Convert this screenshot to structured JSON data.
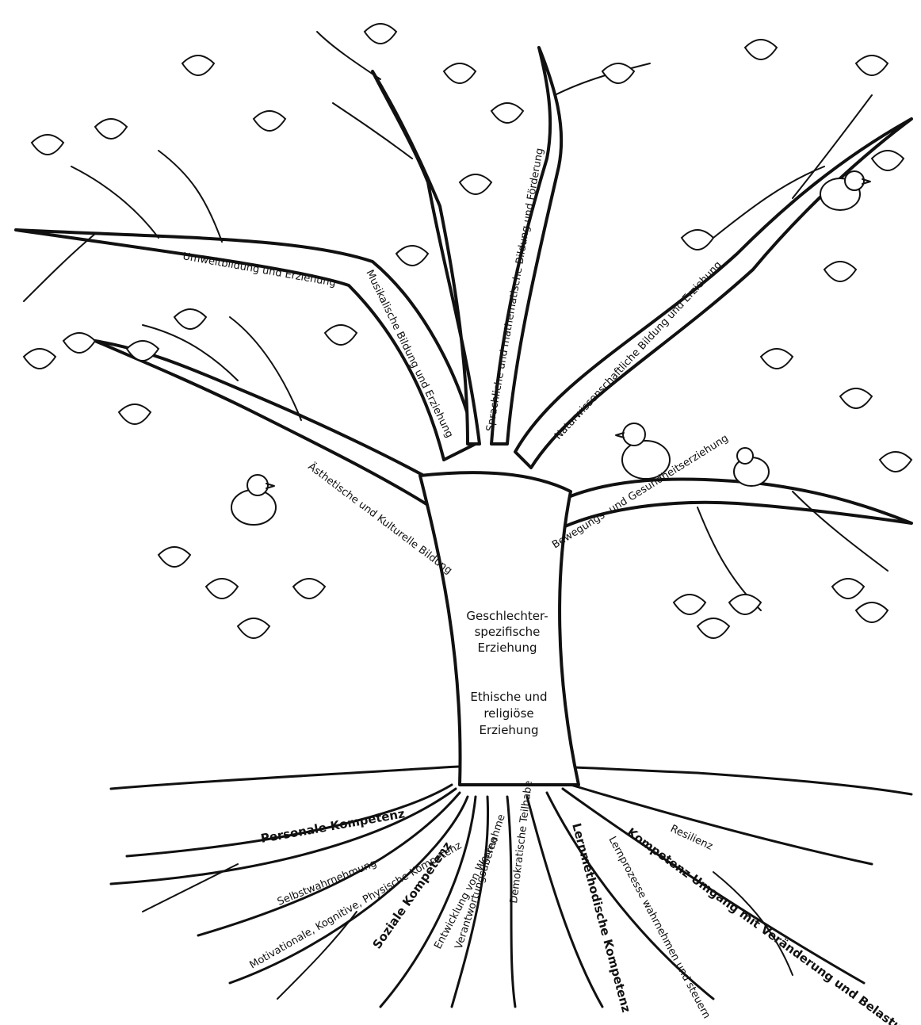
{
  "trunk_text": {
    "gender": [
      "Geschlechter-",
      "spezifische",
      "Erziehung"
    ],
    "ethics": [
      "Ethische und",
      "religiöse",
      "Erziehung"
    ]
  },
  "branches": [
    "Umweltbildung und Erziehung",
    "Musikalische Bildung und Erziehung",
    "Sprachliche und mathematische Bildung und Förderung",
    "Naturwissenschaftliche Bildung und Erziehung",
    "Ästhetische und Kulturelle Bildung",
    "Bewegungs- und Gesundheitserziehung"
  ],
  "roots": [
    "Personale Kompetenz",
    "Selbstwahrnehmung",
    "Motivationale, Kognitive, Physische Kompetenz",
    "Soziale Kompetenz",
    "Entwicklung von Werten",
    "Verantwortungsübernahme",
    "Demokratische Teilhabe",
    "Lernmethodische Kompetenz",
    "Lernprozesse wahrnehmen und steuern",
    "Kompetenz Umgang mit Veränderung und Belastung",
    "Resilienz"
  ]
}
